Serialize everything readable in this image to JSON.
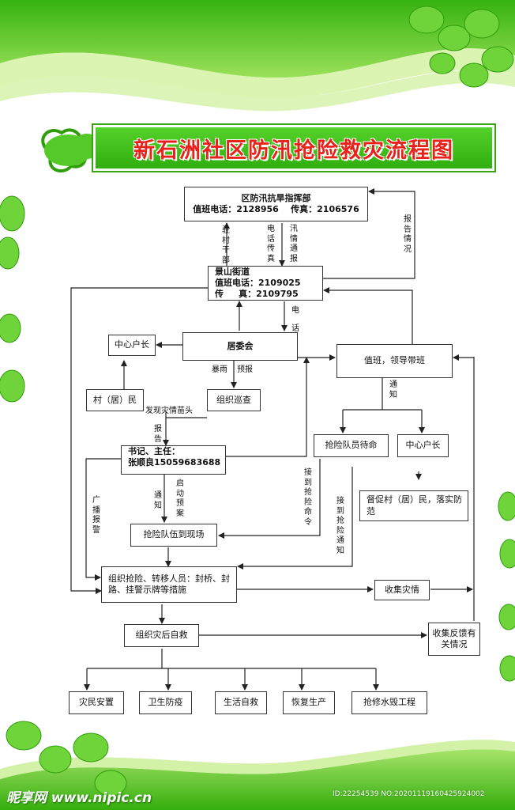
{
  "title": "新石洲社区防汛抢险救灾流程图",
  "colors": {
    "banner": "#3cb815",
    "title_text": "#e8211b",
    "leaf": "#59c92a"
  },
  "nodes": {
    "hq": {
      "name": "区防汛抗旱指挥部",
      "phone": "值班电话：2128956",
      "fax": "传真：2106576"
    },
    "jingshan": {
      "name": "景山街道",
      "phone": "值班电话：2109025",
      "fax_label": "传",
      "fax_value": "真：2109795"
    },
    "center_household_1": "中心户长",
    "residents_committee": "居委会",
    "duty": "值班，领导带班",
    "villager": "村（居）民",
    "patrol": "组织巡查",
    "rescue_wait": "抢险队员待命",
    "center_household_2": "中心户长",
    "secretary": {
      "line1": "书记、主任：",
      "line2": "张顺良15059683688"
    },
    "supervise": "督促村（居）民，落实防范",
    "team_arrive": "抢险队伍到现场",
    "organize_rescue": "组织抢险、转移人员：封桥、封路、挂警示牌等措施",
    "collect_disaster": "收集灾情",
    "self_rescue": "组织灾后自救",
    "collect_feedback": "收集反馈有关情况",
    "outcomes": [
      "灾民安置",
      "卫生防疫",
      "生活自救",
      "恢复生产",
      "抢修水毁工程"
    ]
  },
  "labels": {
    "village_cadre": "驻村干部",
    "phone_fax": "电话传真",
    "flood_report": "汛情通报",
    "report_situation": "报告情况",
    "phone": "电话",
    "rainstorm": "暴雨",
    "forecast": "预报",
    "find_disaster": "发现灾情苗头",
    "report": "报告",
    "notify_1": "通知",
    "notify_2": "通知",
    "start_plan": "启动预案",
    "broadcast_alarm": "广播报警",
    "receive_order": "接到抢险命令",
    "receive_notice": "接到抢险通知"
  },
  "watermark": {
    "logo": "昵享网 www.nipic.cn",
    "id": "ID:22254539 NO:20201119160425924002"
  }
}
